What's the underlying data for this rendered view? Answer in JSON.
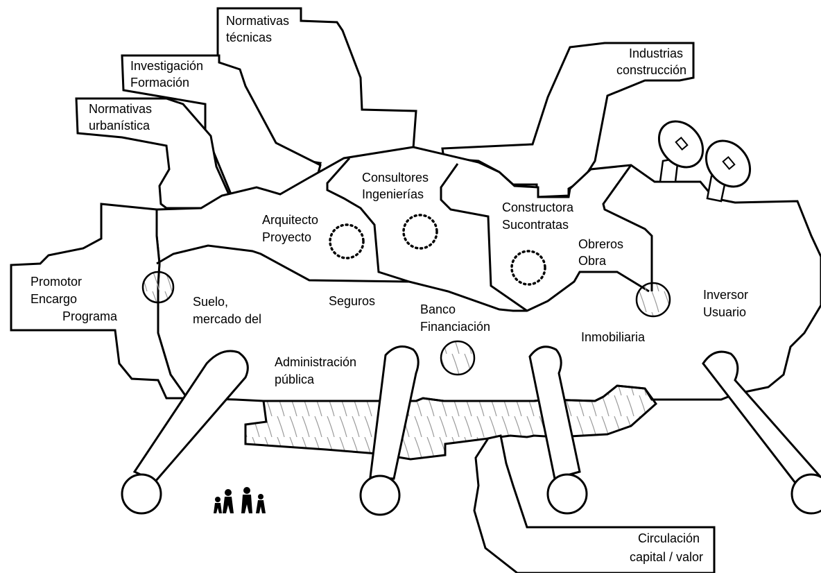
{
  "labels": {
    "normativas_tecnicas": [
      "Normativas",
      "técnicas"
    ],
    "investigacion": [
      "Investigación",
      "Formación"
    ],
    "normativas_urbanistica": [
      "Normativas",
      "urbanística"
    ],
    "industrias": [
      "Industrias",
      "construcción"
    ],
    "consultores": [
      "Consultores",
      "Ingenierías"
    ],
    "arquitecto": [
      "Arquitecto",
      "Proyecto"
    ],
    "constructora": [
      "Constructora",
      "Sucontratas"
    ],
    "obreros": [
      "Obreros",
      "Obra"
    ],
    "promotor": [
      "Promotor",
      "Encargo",
      "Programa"
    ],
    "suelo": [
      "Suelo,",
      "mercado del"
    ],
    "seguros": "Seguros",
    "banco": [
      "Banco",
      "Financiación"
    ],
    "inmobiliaria": "Inmobiliaria",
    "inversor": [
      "Inversor",
      "Usuario"
    ],
    "administracion": [
      "Administración",
      "pública"
    ],
    "circulacion": [
      "Circulación",
      "capital / valor"
    ]
  },
  "colors": {
    "line": "#000000",
    "fill": "#ffffff",
    "hatch": "#9a9a9a"
  },
  "icons": [
    "satellite-dish-icon",
    "family-silhouette-icon"
  ]
}
